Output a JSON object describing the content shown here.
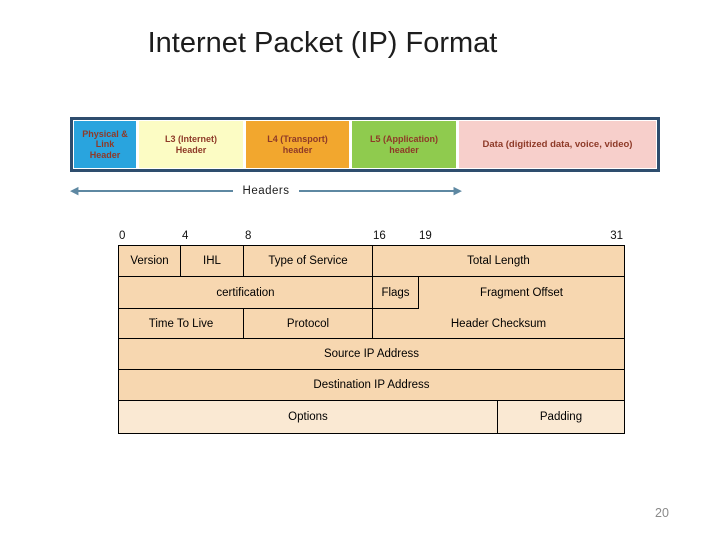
{
  "title": "Internet Packet (IP) Format",
  "page_number": "20",
  "packet_strip": {
    "border_color": "#2e4d6e",
    "text_color": "#8e3a28",
    "segments": [
      {
        "label": "Physical &\nLink\nHeader",
        "bg": "#29a4de"
      },
      {
        "label": "L3 (Internet)\nHeader",
        "bg": "#fcfcc4"
      },
      {
        "label": "L4 (Transport)\nheader",
        "bg": "#f2a72e"
      },
      {
        "label": "L5 (Application)\nheader",
        "bg": "#8fcb4e"
      },
      {
        "label": "Data (digitized data, voice, video)",
        "bg": "#f7cfcb"
      }
    ]
  },
  "headers_arrow": {
    "label": "Headers",
    "line_color": "#5e88a2"
  },
  "ip_table": {
    "cell_bg": "#f7d7b0",
    "options_row_bg": "#fae9d3",
    "border_color": "#000000",
    "bit_labels": [
      "0",
      "4",
      "8",
      "16",
      "19",
      "31"
    ],
    "cells": {
      "version": "Version",
      "ihl": "IHL",
      "type_of_service": "Type of Service",
      "total_length": "Total Length",
      "identification": "certification",
      "flags": "Flags",
      "fragment_offset": "Fragment Offset",
      "time_to_live": "Time To Live",
      "protocol": "Protocol",
      "header_checksum": "Header Checksum",
      "source_ip": "Source IP Address",
      "destination_ip": "Destination IP Address",
      "options": "Options",
      "padding": "Padding"
    }
  }
}
